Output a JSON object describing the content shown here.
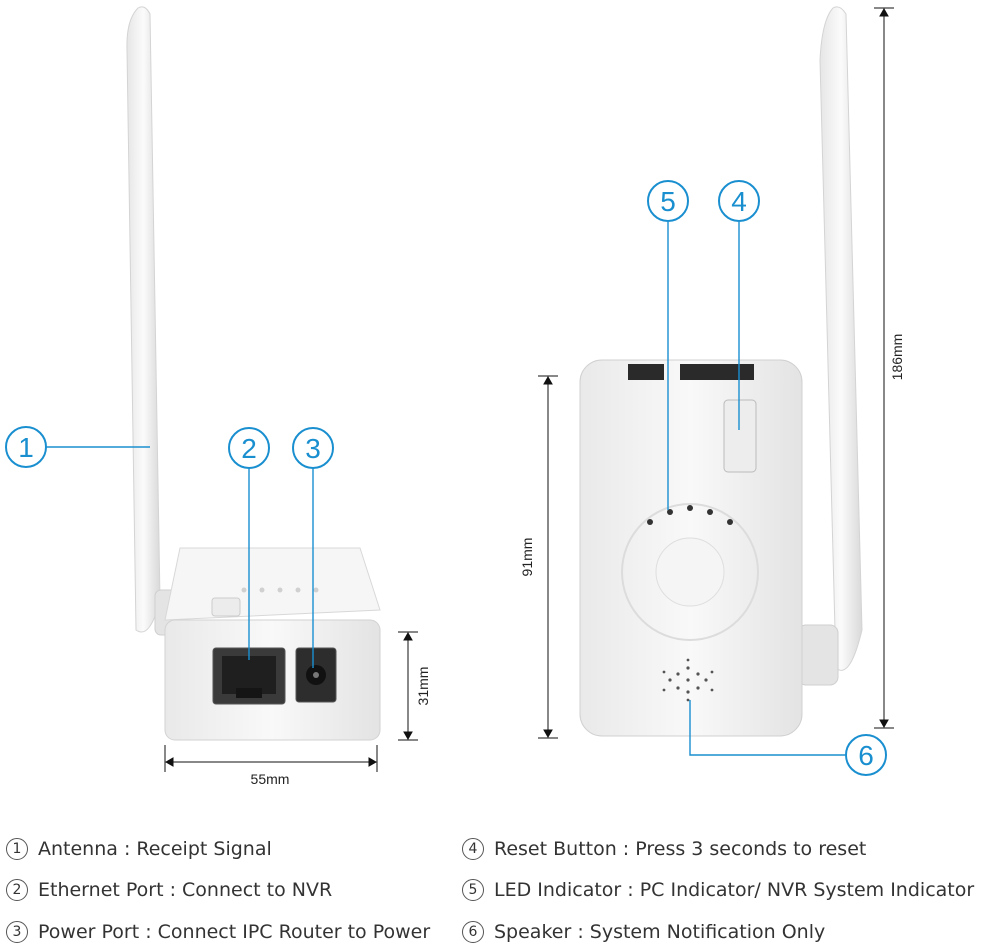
{
  "callouts": {
    "c1": "1",
    "c2": "2",
    "c3": "3",
    "c4": "4",
    "c5": "5",
    "c6": "6"
  },
  "dimensions": {
    "width": "55mm",
    "depth": "31mm",
    "height": "91mm",
    "total_height": "186mm"
  },
  "legend": [
    {
      "num": "1",
      "text": "Antenna : Receipt Signal"
    },
    {
      "num": "2",
      "text": "Ethernet Port : Connect to NVR"
    },
    {
      "num": "3",
      "text": "Power Port : Connect IPC Router to Power"
    },
    {
      "num": "4",
      "text": "Reset Button : Press 3 seconds to reset"
    },
    {
      "num": "5",
      "text": "LED Indicator : PC Indicator/ NVR System Indicator"
    },
    {
      "num": "6",
      "text": "Speaker : System Notification Only"
    }
  ],
  "colors": {
    "accent": "#1a8fd0",
    "device": "#f3f3f3",
    "outline": "#cfcfcf"
  }
}
